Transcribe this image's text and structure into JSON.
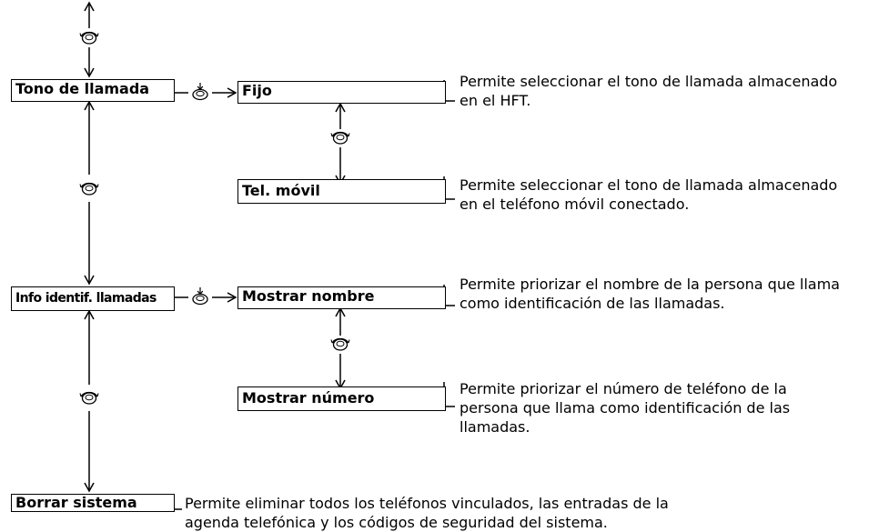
{
  "nodes": {
    "tono": "Tono de llamada",
    "fijo": "Fijo",
    "movil": "Tel. móvil",
    "info": "Info identif. llamadas",
    "nombre": "Mostrar nombre",
    "numero": "Mostrar número",
    "borrar": "Borrar sistema"
  },
  "descriptions": {
    "fijo": [
      "Permite seleccionar el tono de llamada almacenado",
      "en el HFT."
    ],
    "movil": [
      "Permite seleccionar el tono de llamada almacenado",
      "en el teléfono móvil conectado."
    ],
    "nombre": [
      "Permite priorizar el nombre de la persona que llama",
      "como identificación de las llamadas."
    ],
    "numero": [
      "Permite priorizar el número de teléfono de la",
      "persona que llama como identificación de las",
      "llamadas."
    ],
    "borrar": [
      "Permite eliminar todos los teléfonos vinculados, las entradas de la",
      "agenda telefónica y los códigos de seguridad del sistema."
    ]
  },
  "icons": {
    "rotate": "rotate-knob-icon",
    "press": "press-knob-icon"
  }
}
